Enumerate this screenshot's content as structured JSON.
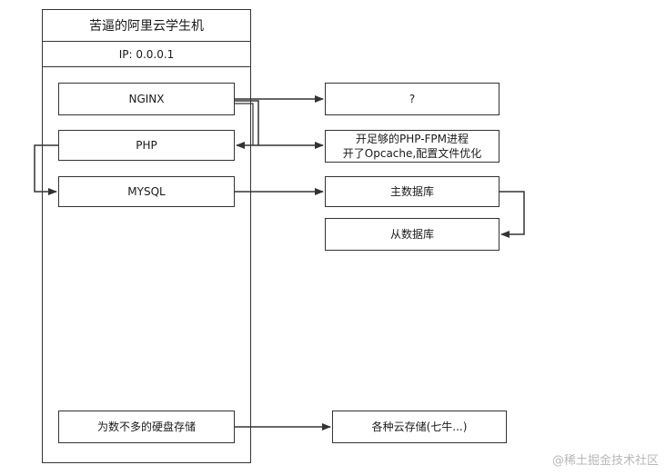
{
  "server": {
    "title": "苦逼的阿里云学生机",
    "ip": "IP: 0.0.0.1"
  },
  "components": {
    "nginx": "NGINX",
    "php": "PHP",
    "mysql": "MYSQL",
    "storage": "为数不多的硬盘存储"
  },
  "targets": {
    "nginx_target": "?",
    "php_target_line1": "开足够的PHP-FPM进程",
    "php_target_line2": "开了Opcache,配置文件优化",
    "mysql_master": "主数据库",
    "mysql_slave": "从数据库",
    "cloud_storage": "各种云存储(七牛...)"
  },
  "watermark": "@稀土掘金技术社区",
  "colors": {
    "line": "#333333",
    "watermark": "#b8b8b8"
  }
}
